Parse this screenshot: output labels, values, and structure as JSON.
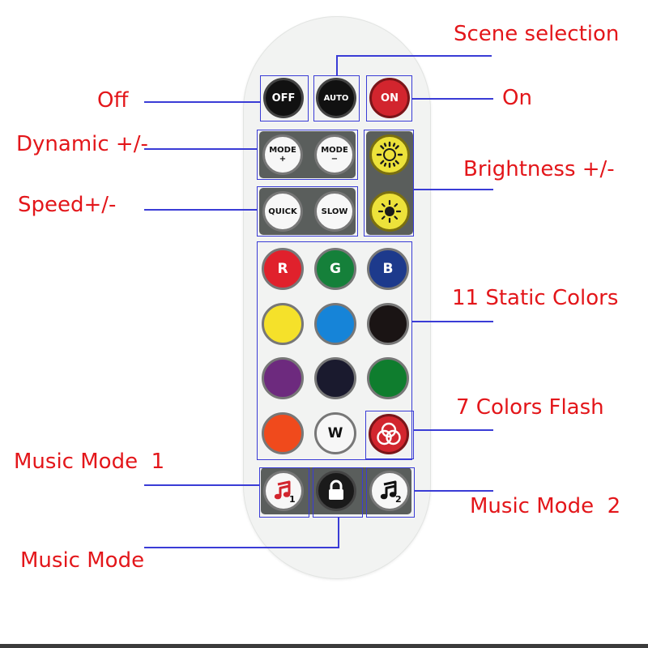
{
  "labels": {
    "off": "Off",
    "scene": "Scene selection",
    "on": "On",
    "dynamic": "Dynamic +/-",
    "brightness": "Brightness +/-",
    "speed": "Speed+/-",
    "static_colors": "11 Static Colors",
    "flash": "7 Colors Flash",
    "music1": "Music Mode  1",
    "music2": "Music Mode  2",
    "music": "Music Mode"
  },
  "buttons": {
    "off": "OFF",
    "auto": "AUTO",
    "on": "ON",
    "mode_plus": [
      "MODE",
      "+"
    ],
    "mode_minus": [
      "MODE",
      "−"
    ],
    "quick": "QUICK",
    "slow": "SLOW",
    "brightness_up_icon": "sun-outline-large-icon",
    "brightness_down_icon": "sun-outline-small-icon",
    "flash_icon": "three-circles-icon",
    "music1_icon": "music-note-1-icon",
    "lock_icon": "padlock-icon",
    "music2_icon": "music-note-2-icon"
  },
  "color_buttons": [
    {
      "label": "R",
      "color": "#e0212c"
    },
    {
      "label": "G",
      "color": "#15803a"
    },
    {
      "label": "B",
      "color": "#1d3a8c"
    },
    {
      "label": "",
      "color": "#f5e12a"
    },
    {
      "label": "",
      "color": "#1684d8"
    },
    {
      "label": "",
      "color": "#1a1414"
    },
    {
      "label": "",
      "color": "#6d2a7e"
    },
    {
      "label": "",
      "color": "#1a1a2e"
    },
    {
      "label": "",
      "color": "#0f7d2e"
    },
    {
      "label": "",
      "color": "#f04a1c"
    },
    {
      "label": "W",
      "color": "#f7f7f7"
    }
  ],
  "colors": {
    "accent_line": "#3a3cd6",
    "label_text": "#e3161a",
    "remote_body": "#f2f3f2"
  }
}
